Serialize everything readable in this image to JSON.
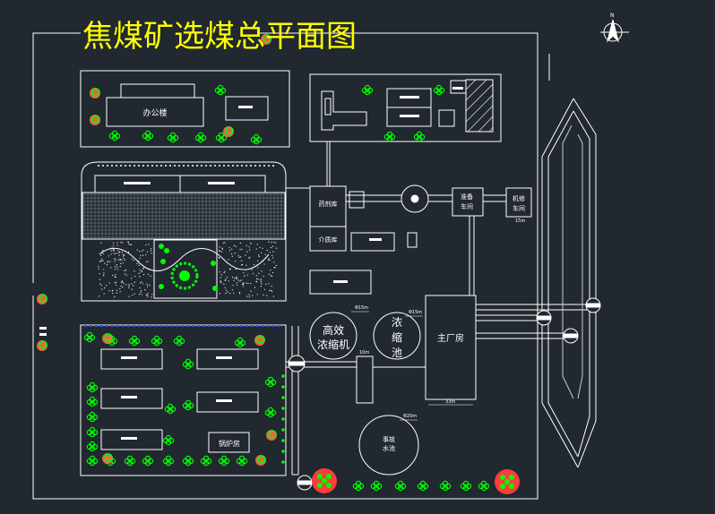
{
  "title": "焦煤矿选煤总平面图",
  "compass": {
    "label": "N"
  },
  "buildings": {
    "office": "办公楼",
    "reagent": "药剂库",
    "medium": "介质库",
    "prep": [
      "准备",
      "车间"
    ],
    "repair": [
      "机修",
      "车间"
    ],
    "thickener": [
      "高效",
      "浓缩机"
    ],
    "conc_pond": [
      "浓",
      "缩",
      "池"
    ],
    "main_plant": "主厂房",
    "boiler": "锅炉房",
    "accident_pool": [
      "事故",
      "水池"
    ]
  },
  "dims": {
    "d_thick": "Φ15m",
    "d_conc": "Φ15m",
    "d_acc": "Φ20m",
    "w_main": "33m",
    "d_pump": "10m",
    "d_repair": "15m"
  },
  "colors": {
    "background": "#212830",
    "lines": "#ffffff",
    "title": "#ffff00",
    "trees": "#00ff00",
    "accent_trees": "#ff3b3b",
    "blue_fence": "#2b52ff"
  }
}
